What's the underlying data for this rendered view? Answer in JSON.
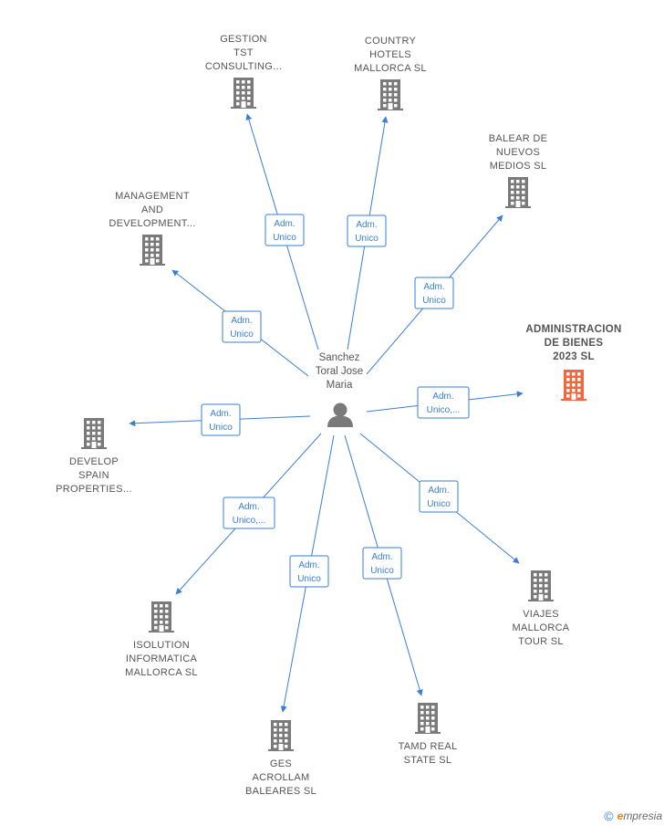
{
  "colors": {
    "edge": "#3a7fd4",
    "building": "#7a7a7a",
    "building_highlight": "#f0683c",
    "person": "#7a7a7a",
    "text": "#555555"
  },
  "center": {
    "label_lines": [
      "Sanchez",
      "Toral Jose",
      "Maria"
    ],
    "icon": "person-icon"
  },
  "nodes": [
    {
      "id": "gestion",
      "label_lines": [
        "GESTION",
        "TST",
        "CONSULTING..."
      ],
      "edge_lines": [
        "Adm.",
        "Unico"
      ],
      "highlight": false
    },
    {
      "id": "country",
      "label_lines": [
        "COUNTRY",
        "HOTELS",
        "MALLORCA  SL"
      ],
      "edge_lines": [
        "Adm.",
        "Unico"
      ],
      "highlight": false
    },
    {
      "id": "balear",
      "label_lines": [
        "BALEAR DE",
        "NUEVOS",
        "MEDIOS  SL"
      ],
      "edge_lines": [
        "Adm.",
        "Unico"
      ],
      "highlight": false
    },
    {
      "id": "management",
      "label_lines": [
        "MANAGEMENT",
        "AND",
        "DEVELOPMENT..."
      ],
      "edge_lines": [
        "Adm.",
        "Unico"
      ],
      "highlight": false
    },
    {
      "id": "administracion",
      "label_lines": [
        "ADMINISTRACION",
        "DE BIENES",
        "2023  SL"
      ],
      "edge_lines": [
        "Adm.",
        "Unico,..."
      ],
      "highlight": true
    },
    {
      "id": "develop",
      "label_lines": [
        "DEVELOP",
        "SPAIN",
        "PROPERTIES..."
      ],
      "edge_lines": [
        "Adm.",
        "Unico"
      ],
      "highlight": false
    },
    {
      "id": "viajes",
      "label_lines": [
        "VIAJES",
        "MALLORCA",
        "TOUR  SL"
      ],
      "edge_lines": [
        "Adm.",
        "Unico"
      ],
      "highlight": false
    },
    {
      "id": "isolution",
      "label_lines": [
        "ISOLUTION",
        "INFORMATICA",
        "MALLORCA SL"
      ],
      "edge_lines": [
        "Adm.",
        "Unico,..."
      ],
      "highlight": false
    },
    {
      "id": "ges",
      "label_lines": [
        "GES",
        "ACROLLAM",
        "BALEARES SL"
      ],
      "edge_lines": [
        "Adm.",
        "Unico"
      ],
      "highlight": false
    },
    {
      "id": "tamd",
      "label_lines": [
        "TAMD REAL",
        "STATE  SL"
      ],
      "edge_lines": [
        "Adm.",
        "Unico"
      ],
      "highlight": false
    }
  ],
  "watermark": {
    "symbol": "©",
    "brand_initial": "e",
    "brand_rest": "mpresia"
  }
}
